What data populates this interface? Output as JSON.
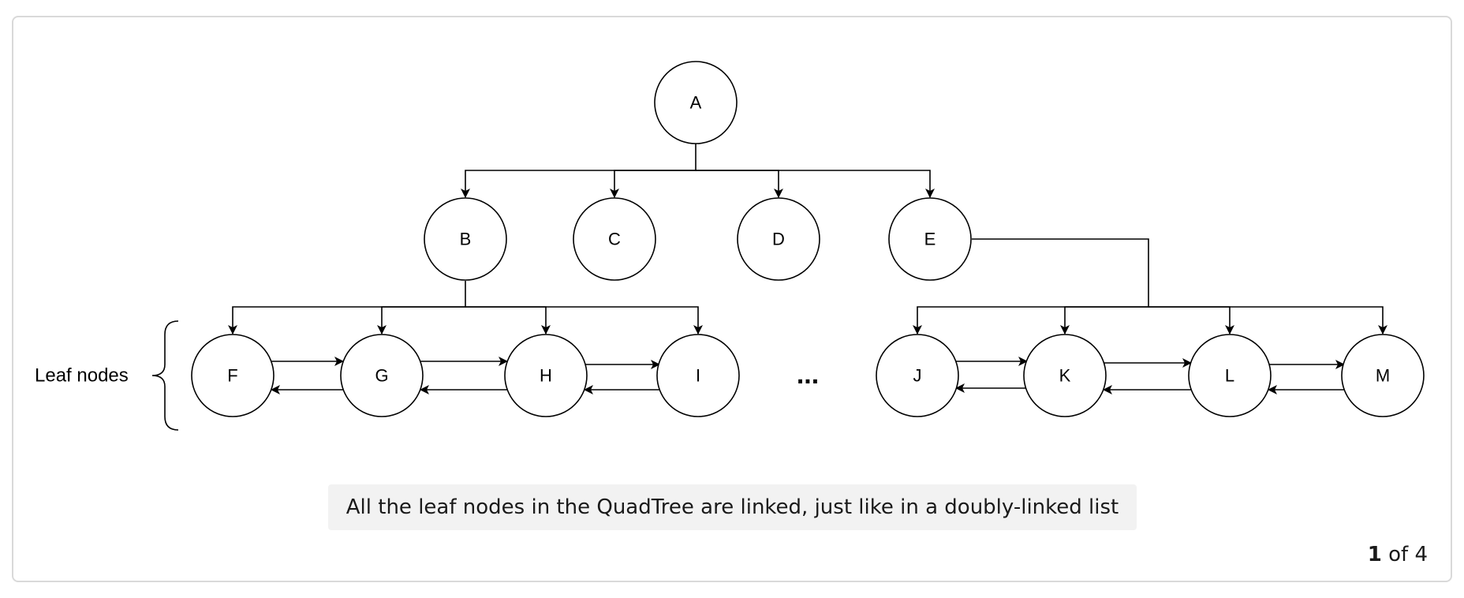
{
  "diagram": {
    "nodes": {
      "A": "A",
      "B": "B",
      "C": "C",
      "D": "D",
      "E": "E",
      "F": "F",
      "G": "G",
      "H": "H",
      "I": "I",
      "J": "J",
      "K": "K",
      "L": "L",
      "M": "M"
    },
    "leaf_label": "Leaf nodes",
    "ellipsis": "..."
  },
  "caption": "All the leaf nodes in the QuadTree are linked, just like in a doubly-linked list",
  "pager": {
    "current": "1",
    "separator": " of ",
    "total": "4"
  }
}
